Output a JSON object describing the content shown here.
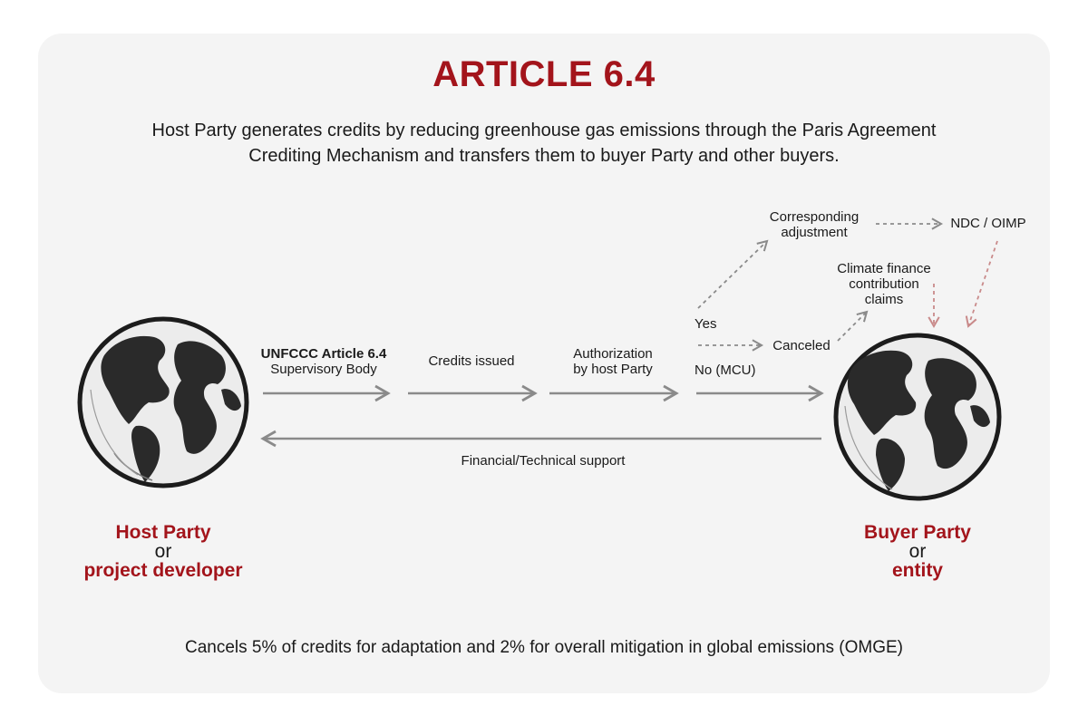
{
  "title": "ARTICLE 6.4",
  "subtitle": "Host Party generates credits by reducing greenhouse gas emissions through the Paris Agreement Crediting Mechanism and transfers them to buyer Party and other buyers.",
  "flow": {
    "supervisory_bold": "UNFCCC Article 6.4",
    "supervisory_rest": "Supervisory Body",
    "credits_issued": "Credits issued",
    "authorization_line1": "Authorization",
    "authorization_line2": "by host Party",
    "yes": "Yes",
    "no_mcu": "No (MCU)",
    "canceled": "Canceled",
    "corresponding_line1": "Corresponding",
    "corresponding_line2": "adjustment",
    "ndc_oimp": "NDC / OIMP",
    "climate_line1": "Climate finance",
    "climate_line2": "contribution",
    "climate_line3": "claims",
    "support": "Financial/Technical support"
  },
  "host": {
    "line1": "Host Party",
    "or": "or",
    "line2": "project developer"
  },
  "buyer": {
    "line1": "Buyer Party",
    "or": "or",
    "line2": "entity"
  },
  "footer": "Cancels 5% of credits for adaptation and 2% for overall mitigation in global emissions (OMGE)",
  "icons": {
    "left_globe": "globe-icon",
    "right_globe": "globe-icon"
  },
  "colors": {
    "accent": "#a3141b",
    "arrow": "#8a8a8a",
    "dashed_red": "#c98a8a"
  }
}
